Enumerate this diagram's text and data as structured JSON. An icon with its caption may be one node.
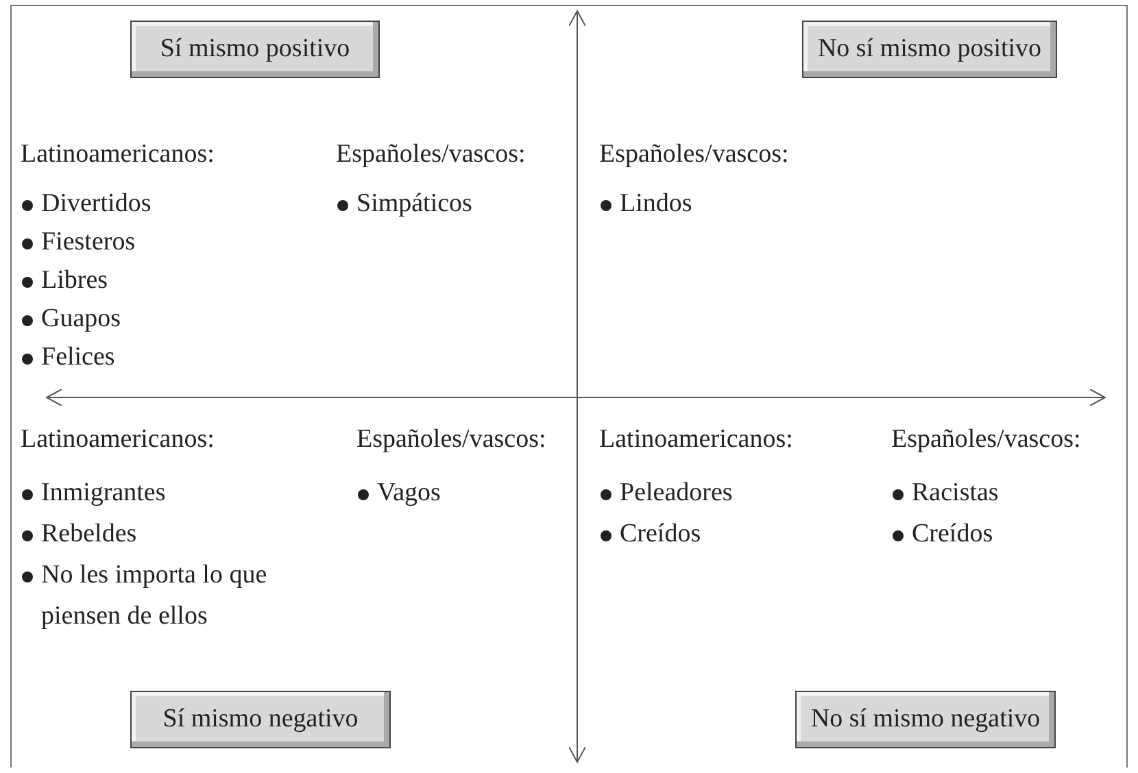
{
  "diagram": {
    "nodes": [
      {
        "text": [
          "Sí mismo positivo"
        ]
      },
      {
        "text": [
          "No sí mismo positivo"
        ]
      },
      {
        "text": [
          "Sí mismo negativo"
        ]
      },
      {
        "text": [
          "No sí mismo negativo"
        ]
      }
    ],
    "labels": [
      "Latinoamericanos:",
      "Españoles/vascos:",
      "Divertidos",
      "Fiesteros",
      "Libres",
      "Guapos",
      "Felices",
      "Simpáticos",
      "Españoles/vascos:",
      "Lindos",
      "Latinoamericanos:",
      "Españoles/vascos:",
      "Inmigrantes",
      "Rebeldes",
      "No les importa lo que piensen de ellos",
      "Vagos",
      "Latinoamericanos:",
      "Españoles/vascos:",
      "Peleadores",
      "Creídos",
      "Racistas",
      "Creídos"
    ]
  }
}
